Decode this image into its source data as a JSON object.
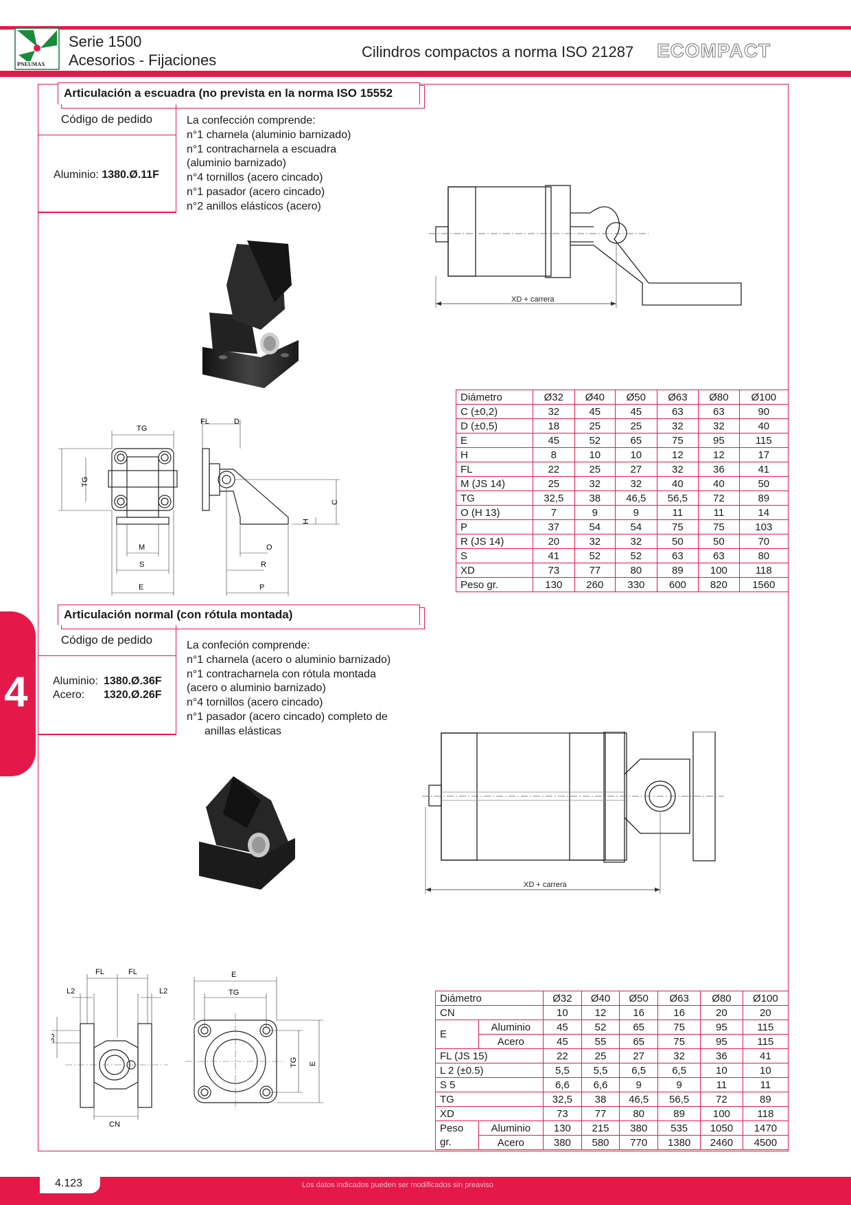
{
  "header": {
    "brand": "PNEUMAX",
    "series": "Serie 1500",
    "subtitle": "Acesorios - Fijaciones",
    "product": "Cilindros compactos a norma ISO 21287",
    "product_logo": "ECOMPACT"
  },
  "section1": {
    "title": "Articulación a escuadra (no prevista en la norma ISO 15552",
    "code_label": "Código de pedido",
    "code_prefix": "Aluminio:",
    "code_value": "1380.Ø.11F",
    "desc_title": "La confección comprende:",
    "desc_lines": [
      "n°1 charnela (aluminio barnizado)",
      "n°1 contracharnela a escuadra",
      "(aluminio barnizado)",
      "n°4 tornillos (acero cincado)",
      "n°1 pasador (acero cincado)",
      "n°2 anillos elásticos (acero)"
    ],
    "drawing_label": "XD + carrera",
    "dims": {
      "TG": "TG",
      "FL": "FL",
      "D": "D",
      "E": "E",
      "C": "C",
      "H": "H",
      "M": "M",
      "O": "O",
      "S": "S",
      "R": "R",
      "P": "P"
    },
    "table_header": [
      "Diámetro",
      "Ø32",
      "Ø40",
      "Ø50",
      "Ø63",
      "Ø80",
      "Ø100"
    ],
    "table_rows": [
      [
        "C (±0,2)",
        "32",
        "45",
        "45",
        "63",
        "63",
        "90"
      ],
      [
        "D (±0,5)",
        "18",
        "25",
        "25",
        "32",
        "32",
        "40"
      ],
      [
        "E",
        "45",
        "52",
        "65",
        "75",
        "95",
        "115"
      ],
      [
        "H",
        "8",
        "10",
        "10",
        "12",
        "12",
        "17"
      ],
      [
        "FL",
        "22",
        "25",
        "27",
        "32",
        "36",
        "41"
      ],
      [
        "M (JS 14)",
        "25",
        "32",
        "32",
        "40",
        "40",
        "50"
      ],
      [
        "TG",
        "32,5",
        "38",
        "46,5",
        "56,5",
        "72",
        "89"
      ],
      [
        "O (H 13)",
        "7",
        "9",
        "9",
        "11",
        "11",
        "14"
      ],
      [
        "P",
        "37",
        "54",
        "54",
        "75",
        "75",
        "103"
      ],
      [
        "R (JS 14)",
        "20",
        "32",
        "32",
        "50",
        "50",
        "70"
      ],
      [
        "S",
        "41",
        "52",
        "52",
        "63",
        "63",
        "80"
      ],
      [
        "XD",
        "73",
        "77",
        "80",
        "89",
        "100",
        "118"
      ],
      [
        "Peso gr.",
        "130",
        "260",
        "330",
        "600",
        "820",
        "1560"
      ]
    ]
  },
  "section2": {
    "title": "Articulación normal (con rótula montada)",
    "code_label": "Código de pedido",
    "code_prefix1": "Aluminio:",
    "code_value1": "1380.Ø.36F",
    "code_prefix2": "Acero:",
    "code_value2": "1320.Ø.26F",
    "desc_title": "La confeción comprende:",
    "desc_lines": [
      "n°1 charnela (acero o aluminio barnizado)",
      "n°1 contracharnela con rótula montada",
      "(acero o aluminio barnizado)",
      "n°4 tornillos (acero cincado)",
      "n°1 pasador (acero cincado) completo de",
      "anillas elásticas"
    ],
    "drawing_label": "XD + carrera",
    "dims": {
      "FL": "FL",
      "L2": "L2",
      "S5": "S5",
      "CN": "CN",
      "E": "E",
      "TG": "TG"
    },
    "table_header": [
      "Diámetro",
      "Ø32",
      "Ø40",
      "Ø50",
      "Ø63",
      "Ø80",
      "Ø100"
    ],
    "row_cn": [
      "CN",
      "10",
      "12",
      "16",
      "16",
      "20",
      "20"
    ],
    "row_e_label": "E",
    "row_e_alu": [
      "Aluminio",
      "45",
      "52",
      "65",
      "75",
      "95",
      "115"
    ],
    "row_e_ace": [
      "Acero",
      "45",
      "55",
      "65",
      "75",
      "95",
      "115"
    ],
    "rows_mid": [
      [
        "FL (JS 15)",
        "22",
        "25",
        "27",
        "32",
        "36",
        "41"
      ],
      [
        "L 2 (±0.5)",
        "5,5",
        "5,5",
        "6,5",
        "6,5",
        "10",
        "10"
      ],
      [
        "S 5",
        "6,6",
        "6,6",
        "9",
        "9",
        "11",
        "11"
      ],
      [
        "TG",
        "32,5",
        "38",
        "46,5",
        "56,5",
        "72",
        "89"
      ],
      [
        "XD",
        "73",
        "77",
        "80",
        "89",
        "100",
        "118"
      ]
    ],
    "row_peso_label1": "Peso",
    "row_peso_label2": "gr.",
    "row_peso_alu": [
      "Aluminio",
      "130",
      "215",
      "380",
      "535",
      "1050",
      "1470"
    ],
    "row_peso_ace": [
      "Acero",
      "380",
      "580",
      "770",
      "1380",
      "2460",
      "4500"
    ]
  },
  "side_tab": "4",
  "footer": {
    "page": "4.123",
    "note": "Los datos indicados pueden ser modificados sin preaviso"
  }
}
